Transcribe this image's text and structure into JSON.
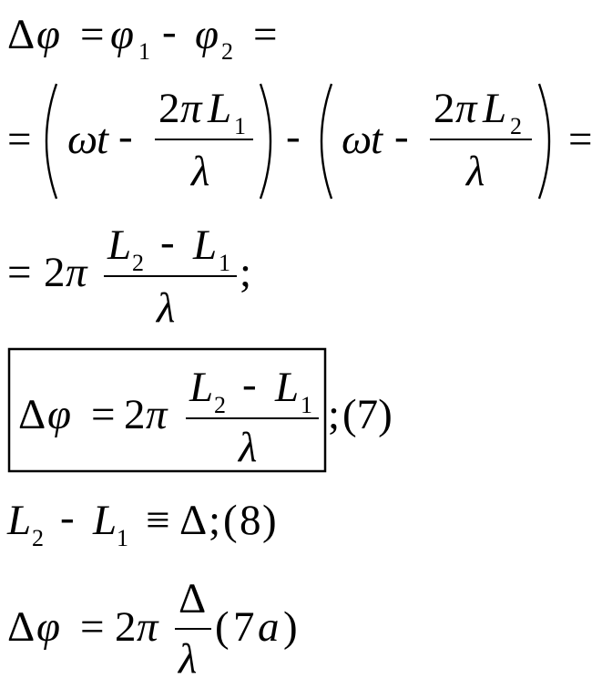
{
  "symbols": {
    "Delta": "Δ",
    "phi": "φ",
    "omega": "ω",
    "pi": "π",
    "lambda": "λ",
    "L": "L",
    "t": "t",
    "a": "a",
    "minus": "-",
    "equals": "=",
    "equiv": "≡",
    "semicolon": ";",
    "two": "2",
    "one": "1",
    "paren_open": "(",
    "paren_close": ")"
  },
  "labels": {
    "eq7": "(7)",
    "eq8_number": "8",
    "eq7a_number": "7"
  },
  "colors": {
    "text": "#000000",
    "background": "#ffffff"
  }
}
